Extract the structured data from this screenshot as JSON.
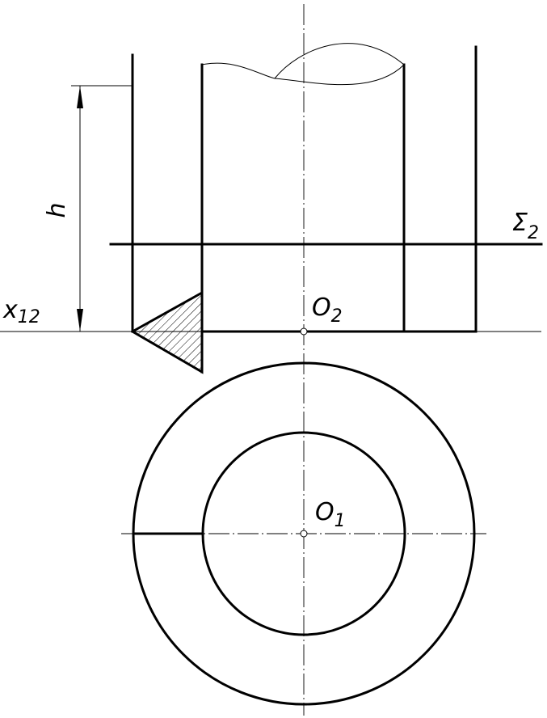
{
  "labels": {
    "height": "h",
    "axis_name": "x",
    "axis_sub": "12",
    "plane_name": "Σ",
    "plane_sub": "2",
    "center_front": "O",
    "center_front_sub": "2",
    "center_top": "O",
    "center_top_sub": "1"
  },
  "colors": {
    "line": "#000000",
    "background": "#ffffff"
  }
}
